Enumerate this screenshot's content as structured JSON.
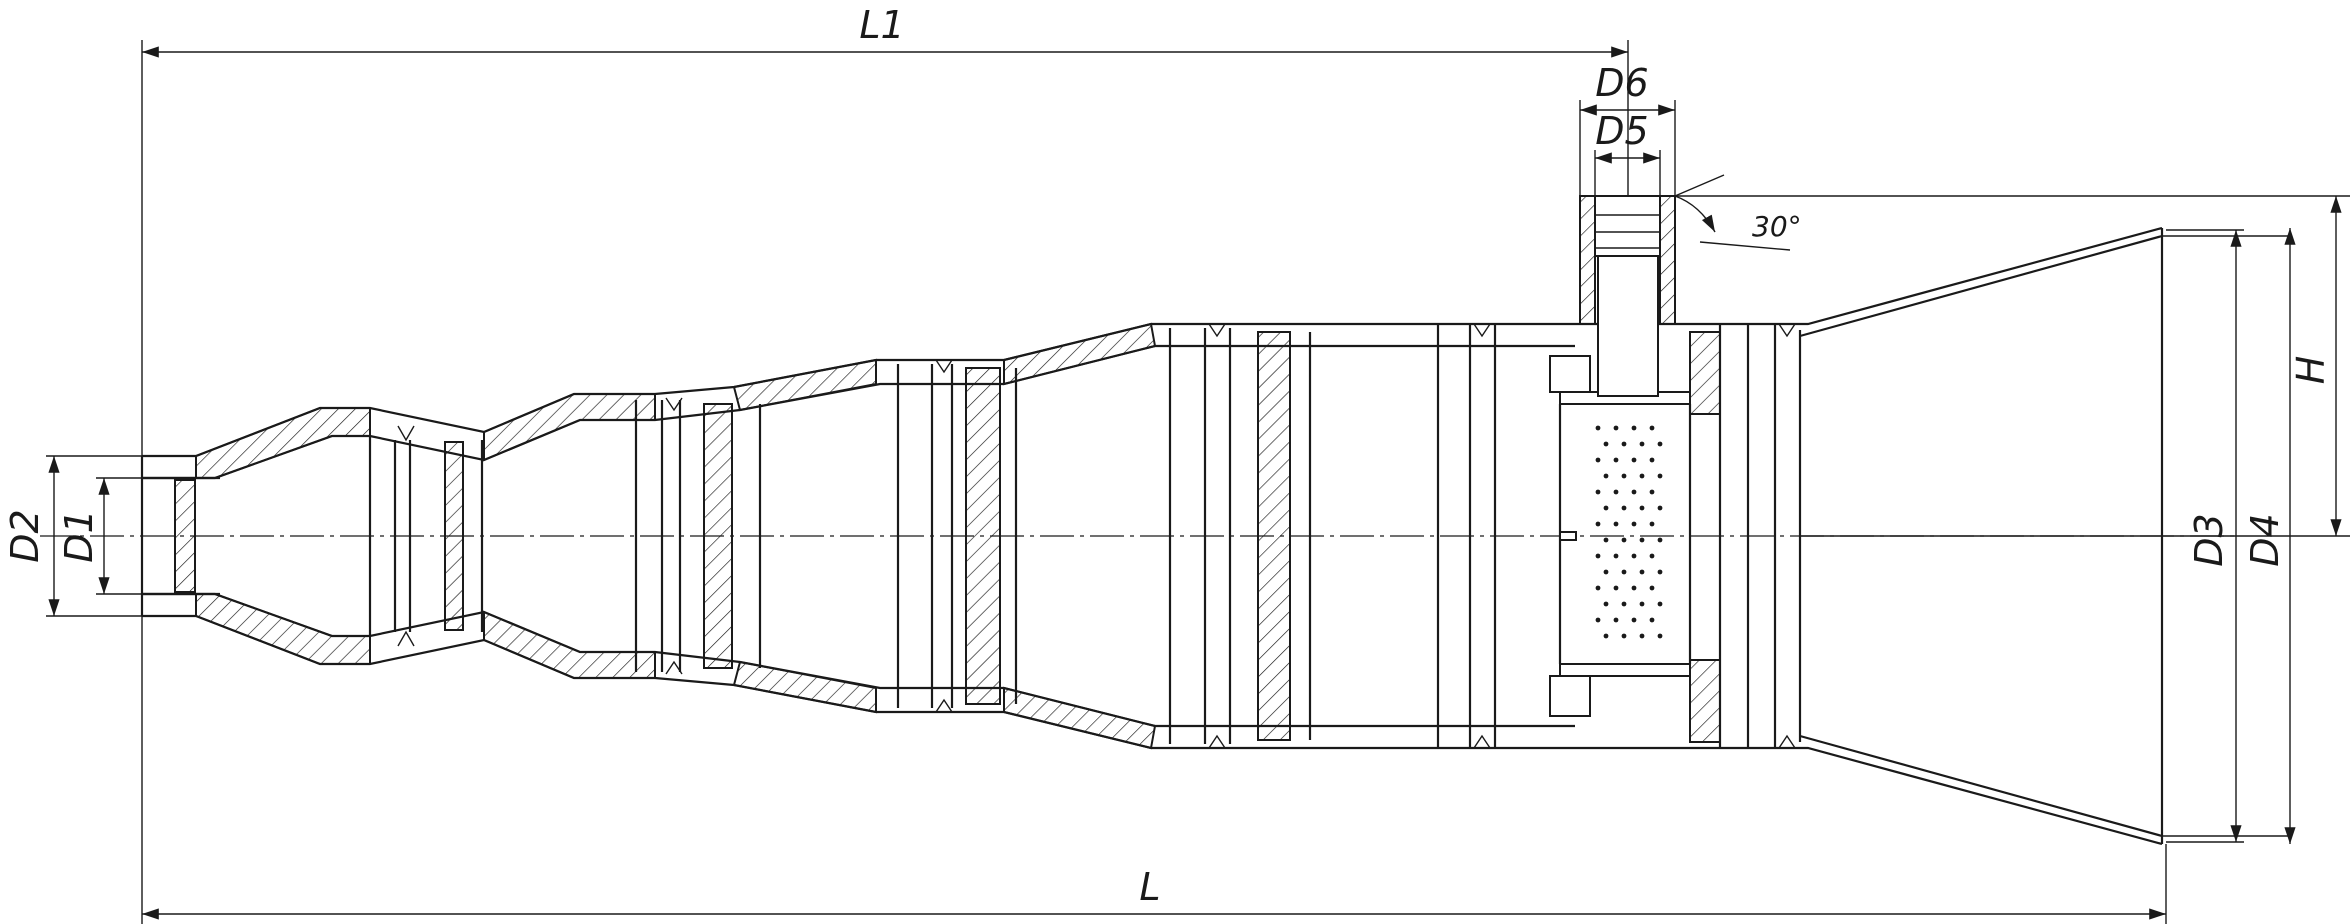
{
  "dimensions": {
    "L": "L",
    "L1": "L1",
    "D1": "D1",
    "D2": "D2",
    "D3": "D3",
    "D4": "D4",
    "D5": "D5",
    "D6": "D6",
    "H": "H",
    "angle": "30°"
  }
}
